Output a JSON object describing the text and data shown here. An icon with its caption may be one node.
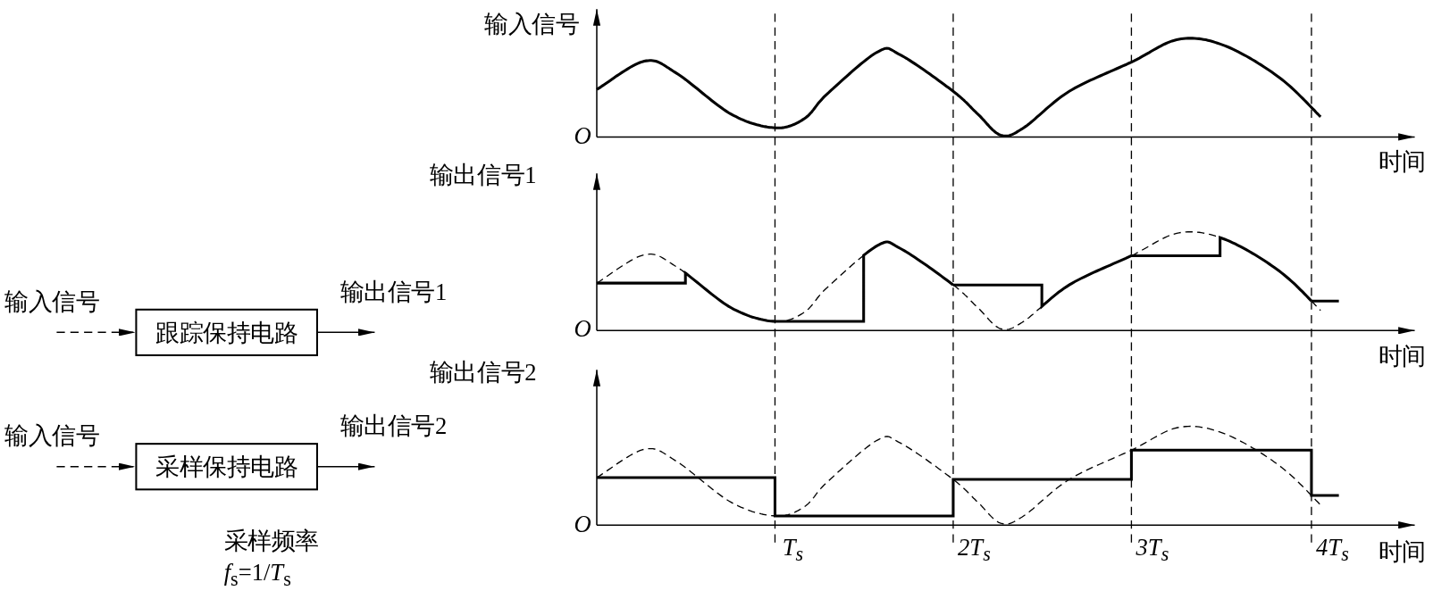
{
  "diagram": {
    "nodes": [
      {
        "text": [
          "输入信号"
        ]
      },
      {
        "text": [
          "跟踪保持电路"
        ]
      },
      {
        "text": [
          "输出信号1"
        ]
      },
      {
        "text": [
          "输入信号"
        ]
      },
      {
        "text": [
          "采样保持电路"
        ]
      },
      {
        "text": [
          "输出信号2"
        ]
      }
    ],
    "edges": [
      {
        "from": 0,
        "to": 1,
        "arrow": "to",
        "style": "dashed"
      },
      {
        "from": 1,
        "to": 2,
        "arrow": "to"
      },
      {
        "from": 3,
        "to": 4,
        "arrow": "to",
        "style": "dashed"
      },
      {
        "from": 4,
        "to": 5,
        "arrow": "to"
      }
    ],
    "labels": [
      "输入信号",
      "*O*",
      "时间",
      "输出信号1",
      "*O*",
      "时间",
      "输出信号2",
      "*O*",
      "T$_{s}$",
      "2T$_{s}$",
      "3T$_{s}$",
      "4T$_{s}$",
      "时间",
      "采样频率",
      "*f*$_{s}$=1/*T*$_{s}$"
    ]
  }
}
